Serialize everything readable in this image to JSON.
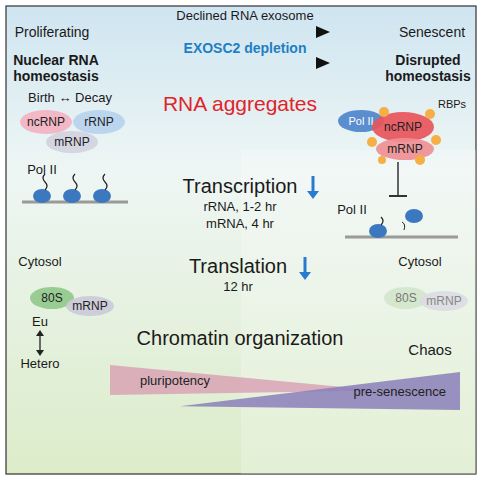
{
  "diagram": {
    "nodes": [
      {
        "text": [
          "ncRNP"
        ]
      },
      {
        "text": [
          "rRNP"
        ]
      },
      {
        "text": [
          "mRNP"
        ]
      },
      {
        "text": [
          "Pol II"
        ]
      },
      {
        "text": [
          "ncRNP"
        ]
      },
      {
        "text": [
          "mRNP"
        ]
      },
      {
        "text": [
          "80S"
        ]
      },
      {
        "text": [
          "mRNP"
        ]
      },
      {
        "text": [
          "80S"
        ]
      },
      {
        "text": [
          "mRNP"
        ]
      },
      {
        "text": [
          "pluripotency"
        ]
      },
      {
        "text": [
          "pre-senescence"
        ]
      }
    ],
    "labels": [
      "Proliferating",
      "Declined RNA exosome",
      "Senescent",
      "Nuclear RNA homeostasis",
      "EXOSC2 depletion",
      "Disrupted homeostasis",
      "Birth ↔ Decay",
      "RNA aggregates",
      "RBPs",
      "Pol II",
      "Transcription",
      "rRNA, 1-2 hr",
      "mRNA, 4 hr",
      "Pol II",
      "Cytosol",
      "Translation",
      "12 hr",
      "Cytosol",
      "Chromatin organization",
      "Eu",
      "Hetero",
      "Chaos"
    ]
  }
}
